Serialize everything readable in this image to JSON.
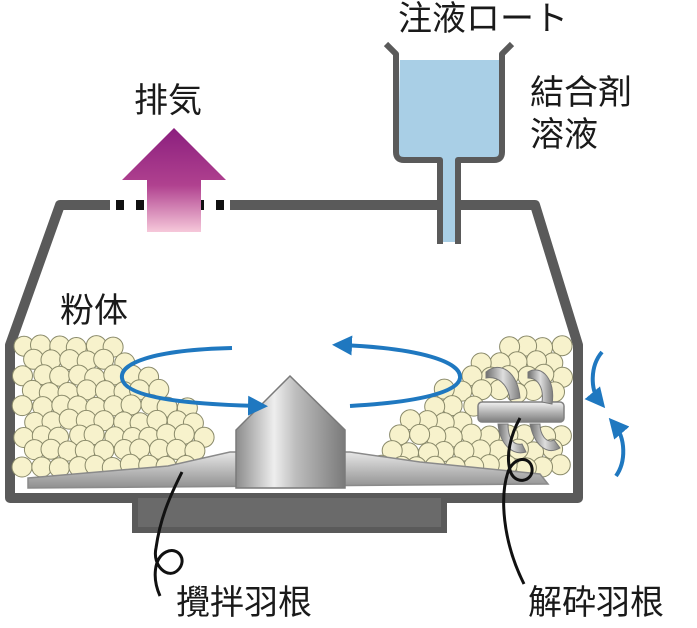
{
  "labels": {
    "funnel": "注液ロート",
    "binder_line1": "結合剤",
    "binder_line2": "溶液",
    "exhaust": "排気",
    "powder": "粉体",
    "agitator_blade": "攪拌羽根",
    "chopper_blade": "解砕羽根"
  },
  "colors": {
    "vessel_wall": "#5a5a5a",
    "liquid": "#a9cfe6",
    "particle_fill": "#f7f2cc",
    "particle_stroke": "#8a8a6a",
    "rotation_arrow": "#1f78c0",
    "exhaust_arrow_top": "#8b1f7e",
    "exhaust_arrow_bottom": "#f3b6cf",
    "blade_metal": "#b8b8b8"
  }
}
